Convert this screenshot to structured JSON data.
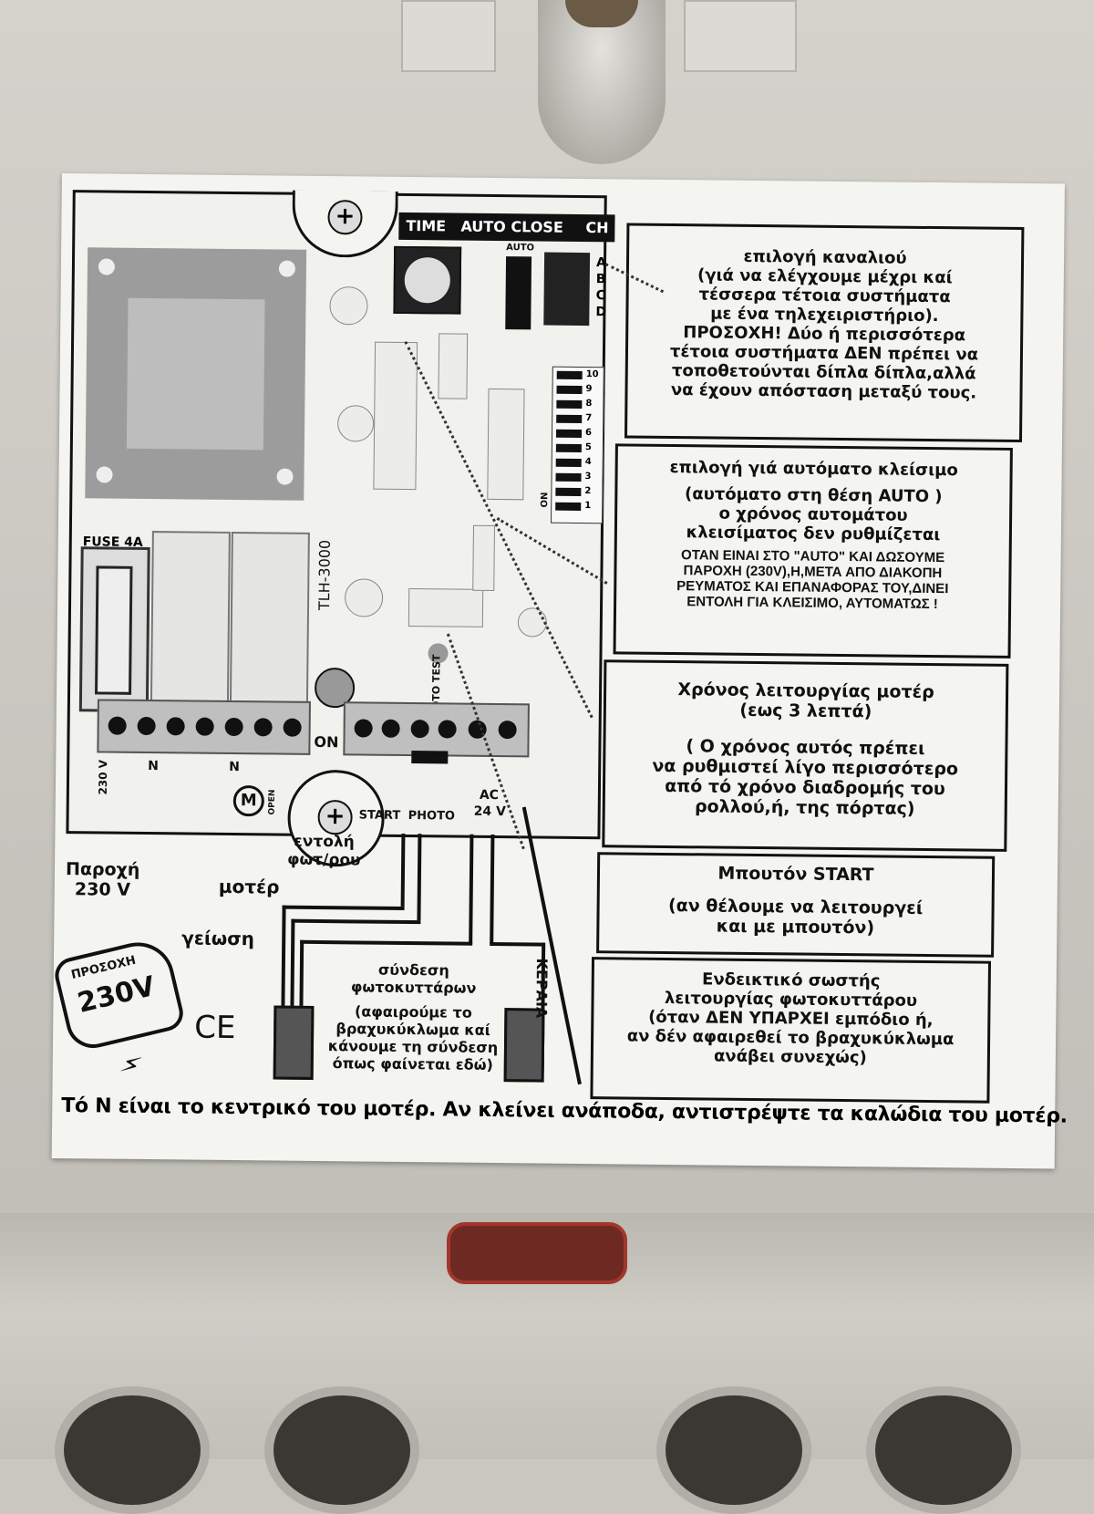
{
  "board": {
    "top_bar": {
      "time": "TIME",
      "auto_close": "AUTO CLOSE",
      "ch": "CH"
    },
    "auto_label": "AUTO",
    "ch_letters": [
      "A",
      "B",
      "C",
      "D"
    ],
    "dip_numbers": [
      "1",
      "2",
      "3",
      "4",
      "5",
      "6",
      "7",
      "8",
      "9",
      "10"
    ],
    "dip_on": "ON",
    "model": "TLH-3000",
    "fuse": "FUSE 4A",
    "on_label": "ON",
    "photo_test": "PHOTO TEST",
    "terminals_left": {
      "v230": "230 V",
      "n": "N",
      "m": "M",
      "open": "OPEN"
    },
    "terminals_right": {
      "start": "START",
      "photo": "PHOTO",
      "ac": "AC",
      "v24": "24 V"
    }
  },
  "callouts": {
    "channel": [
      "επιλογή καναλιού",
      "(γιά να ελέγχουμε μέχρι καί",
      "τέσσερα τέτοια συστήματα",
      "με ένα τηλεχειριστήριο).",
      "ΠΡΟΣΟΧΗ! Δύο ή περισσότερα",
      "τέτοια συστήματα ΔΕΝ πρέπει να",
      "τοποθετούνται δίπλα δίπλα,αλλά",
      "να έχουν απόσταση μεταξύ τους."
    ],
    "auto_close": [
      "επιλογή γιά αυτόματο κλείσιμο",
      "(αυτόματο στη θέση AUTO )",
      "ο χρόνος αυτομάτου",
      "κλεισίματος δεν ρυθμίζεται",
      "ΟΤΑΝ ΕΙΝΑΙ ΣΤΟ \"AUTO\" ΚΑΙ ΔΩΣΟΥΜΕ",
      "ΠΑΡΟΧΗ (230V),Η,ΜΕΤΑ ΑΠΟ ΔΙΑΚΟΠΗ",
      "ΡΕΥΜΑΤΟΣ ΚΑΙ ΕΠΑΝΑΦΟΡΑΣ ΤΟΥ,ΔΙΝΕΙ",
      "ΕΝΤΟΛΗ  ΓΙΑ ΚΛΕΙΣΙΜΟ, ΑΥΤΟΜΑΤΩΣ !"
    ],
    "motor_time": [
      "Χρόνος λειτουργίας μοτέρ",
      "(εως 3 λεπτά)",
      "( Ο χρόνος αυτός πρέπει",
      "να ρυθμιστεί λίγο περισσότερο",
      "από τό χρόνο διαδρομής του",
      "ρολλού,ή, της πόρτας)"
    ],
    "start_button": [
      "Μπουτόν START",
      "(αν θέλουμε να λειτουργεί",
      "και με μπουτόν)"
    ],
    "photo_indicator": [
      "Ενδεικτικό σωστής",
      "λειτουργίας φωτοκυττάρου",
      "(όταν ΔΕΝ ΥΠΑΡΧΕΙ εμπόδιο ή,",
      "αν δέν αφαιρεθεί το βραχυκύκλωμα",
      "ανάβει συνεχώς)"
    ]
  },
  "wiring": {
    "supply": [
      "Παροχή",
      "230 V"
    ],
    "motor": "μοτέρ",
    "ground": "γείωση",
    "light_cmd": [
      "εντολή",
      "φωτ/ρου"
    ],
    "antenna": "ΚΕΡΑΙΑ",
    "photo_conn": [
      "σύνδεση",
      "φωτοκυττάρων",
      "(αφαιρούμε το",
      "βραχυκύκλωμα καί",
      "κάνουμε τη σύνδεση",
      "όπως φαίνεται εδώ)"
    ],
    "warning_title": "ΠΡΟΣΟΧΗ",
    "warning_voltage": "230V",
    "ce": "CE"
  },
  "footer": "Τό N είναι το κεντρικό του μοτέρ. Αν κλείνει ανάποδα, αντιστρέψτε τα καλώδια του μοτέρ.",
  "colors": {
    "label_bg": "#f4f4f1",
    "ink": "#111111",
    "enclosure": "#c9c7c0",
    "gasket": "#6e2a22"
  }
}
